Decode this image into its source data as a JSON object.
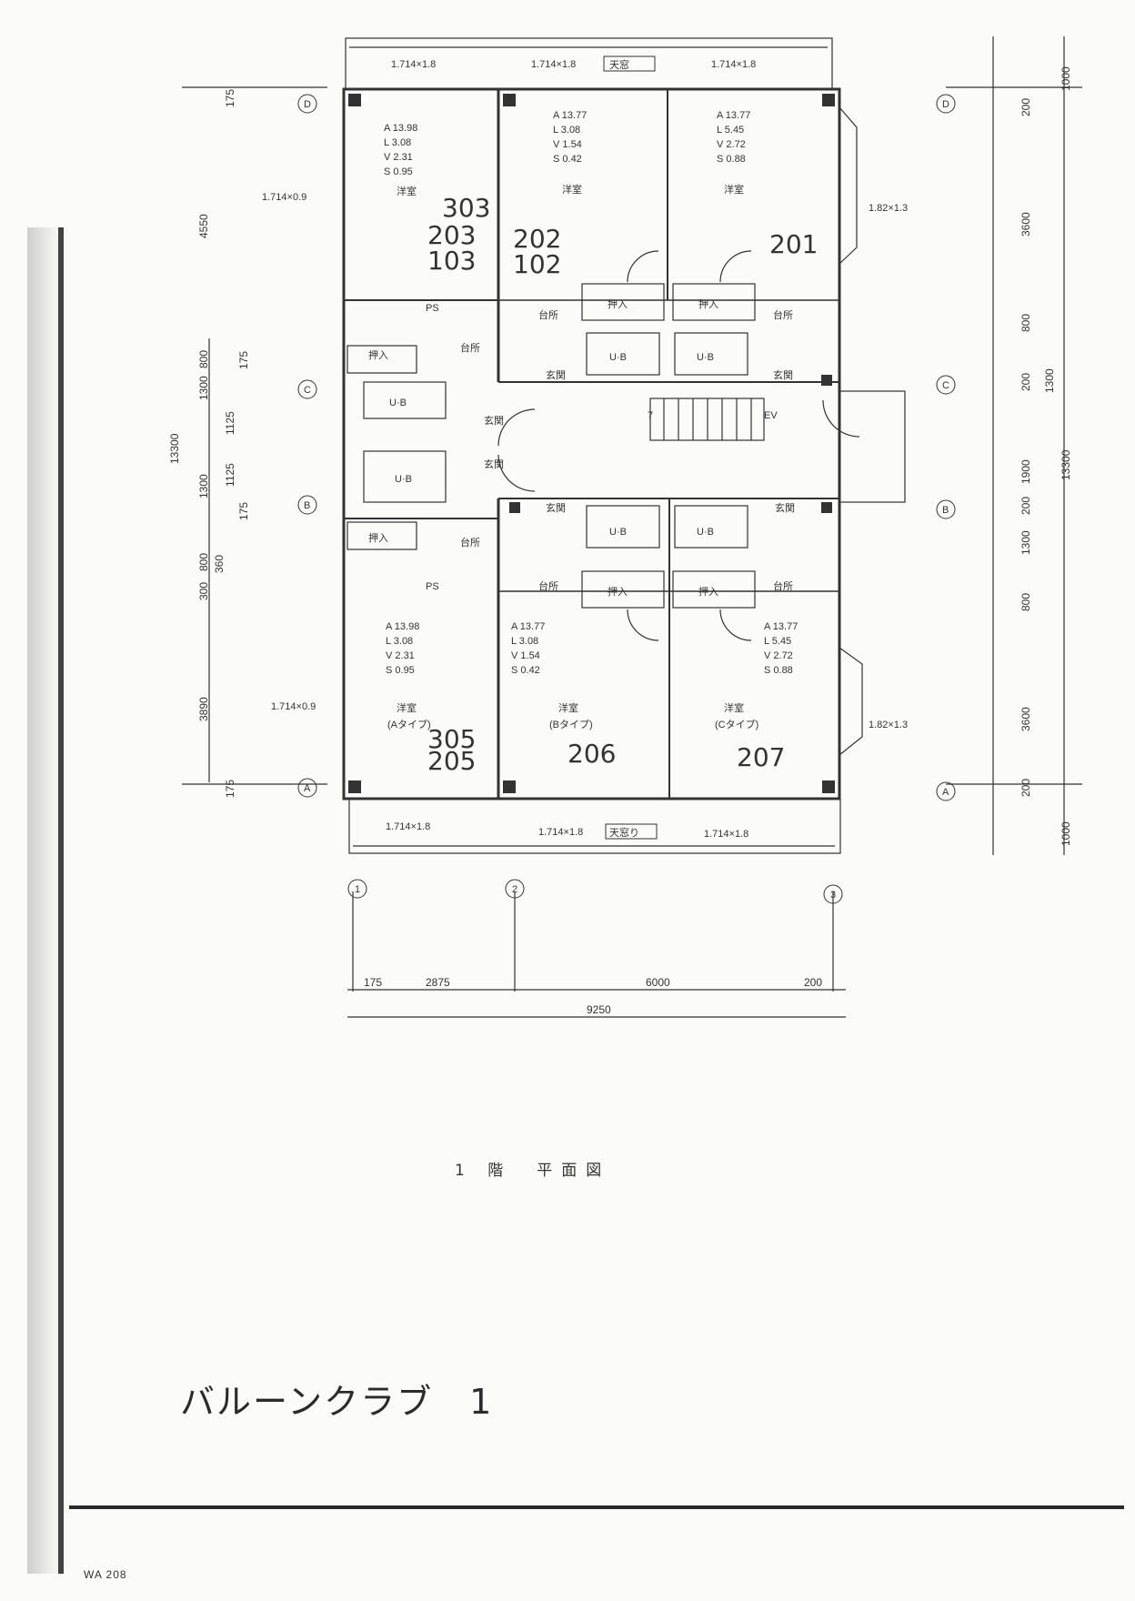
{
  "drawing": {
    "title": "1 階　平面図",
    "handwritten_note": "バルーンクラブ　1",
    "sheet_code": "WA 208",
    "grid": {
      "rows": [
        "D",
        "C",
        "B",
        "A"
      ],
      "cols": [
        "1",
        "2",
        "3"
      ]
    },
    "dims_bottom": [
      "175",
      "2875",
      "6000",
      "200"
    ],
    "dim_total_bottom": "9250",
    "dims_left": [
      "175",
      "4550",
      "800",
      "175",
      "1300",
      "1125",
      "1125",
      "1300",
      "175",
      "800",
      "360",
      "300",
      "3890",
      "175"
    ],
    "dim_left_total": "13300",
    "dims_right": [
      "1000",
      "200",
      "3600",
      "800",
      "200",
      "1300",
      "1900",
      "200",
      "1300",
      "800",
      "3600",
      "200",
      "1000"
    ],
    "dim_right_total": "13300",
    "window_labels": [
      "1.714×1.8",
      "1.714×1.8",
      "1.714×1.8",
      "1.714×0.9",
      "1.82×1.3",
      "1.714×0.9",
      "1.82×1.3",
      "1.714×1.8",
      "1.714×1.8",
      "1.714×1.8"
    ],
    "tags": [
      "天窓",
      "天窓り"
    ],
    "units_top": [
      {
        "numbers": [
          "303",
          "203",
          "103"
        ],
        "A": "A 13.98",
        "L": "L 3.08",
        "V": "V 2.31",
        "S": "S 0.95",
        "room": "洋室"
      },
      {
        "numbers": [
          "202",
          "102"
        ],
        "A": "A 13.77",
        "L": "L 3.08",
        "V": "V 1.54",
        "S": "S 0.42",
        "room": "洋室"
      },
      {
        "numbers": [
          "201"
        ],
        "A": "A 13.77",
        "L": "L 5.45",
        "V": "V 2.72",
        "S": "S 0.88",
        "room": "洋室"
      }
    ],
    "units_bottom": [
      {
        "numbers": [
          "305",
          "205"
        ],
        "A": "A 13.98",
        "L": "L 3.08",
        "V": "V 2.31",
        "S": "S 0.95",
        "room": "洋室",
        "type": "(Aタイプ)"
      },
      {
        "numbers": [
          "206"
        ],
        "A": "A 13.77",
        "L": "L 3.08",
        "V": "V 1.54",
        "S": "S 0.42",
        "room": "洋室",
        "type": "(Bタイプ)"
      },
      {
        "numbers": [
          "207"
        ],
        "A": "A 13.77",
        "L": "L 5.45",
        "V": "V 2.72",
        "S": "S 0.88",
        "room": "洋室",
        "type": "(Cタイプ)"
      }
    ],
    "fixture_labels": {
      "ub": "U·B",
      "closet": "押入",
      "kitchen": "台所",
      "entry": "玄関",
      "ps": "PS",
      "ev": "EV",
      "stair_up": "7"
    }
  }
}
